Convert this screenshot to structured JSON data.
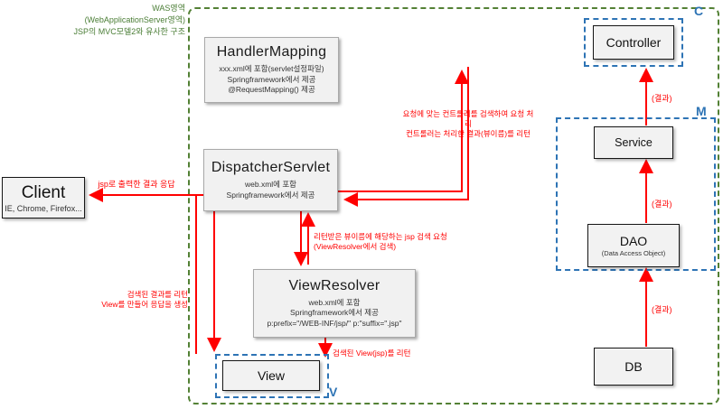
{
  "region": {
    "was_note_line1": "WAS영역",
    "was_note_line2": "(WebApplicationServer영역)",
    "was_note_line3": "JSP의 MVC모델2와 유사한 구조"
  },
  "mvc_tags": {
    "controller": "C",
    "model": "M",
    "view": "V"
  },
  "boxes": {
    "client": {
      "title": "Client",
      "subtitle": "IE, Chrome, Firefox..."
    },
    "handler_mapping": {
      "title": "HandlerMapping",
      "lines": [
        "xxx.xml에 포함(servlet설정파일)",
        "Springframework에서 제공",
        "@RequestMapping() 제공"
      ]
    },
    "dispatcher_servlet": {
      "title": "DispatcherServlet",
      "lines": [
        "web.xml에 포함",
        "Springframework에서 제공"
      ]
    },
    "view_resolver": {
      "title": "ViewResolver",
      "lines": [
        "web.xml에 포함",
        "Springframework에서 제공",
        "p:prefix=\"/WEB-INF/jsp/\" p:\"suffix=\".jsp\""
      ]
    },
    "controller": {
      "title": "Controller"
    },
    "service": {
      "title": "Service"
    },
    "dao": {
      "title": "DAO",
      "subtitle": "(Data Access Object)"
    },
    "db": {
      "title": "DB"
    },
    "view": {
      "title": "View"
    }
  },
  "flow_labels": {
    "response_to_client": "jsp로 출력한 결과 응답",
    "controller_request_line1": "요청에 맞는 컨트롤러를 검색하여 요청 처리",
    "controller_request_line2": "컨트롤러는 처리한 결과(뷰이름)를 리턴",
    "view_search_line1": "리턴받은 뷰이름에 해당하는 jsp 검색 요청",
    "view_search_line2": "(ViewResolver에서 검색)",
    "view_return_line1": "검색된 결과를 리턴",
    "view_return_line2": "View를 만들어 응답을 생성",
    "found_view": "검색된 View(jsp)를 리턴",
    "result_1": "(결과)",
    "result_2": "(결과)",
    "result_3": "(결과)"
  },
  "colors": {
    "accent_red": "#ff0000",
    "mvc_blue": "#2e74b5",
    "region_green": "#538135"
  }
}
